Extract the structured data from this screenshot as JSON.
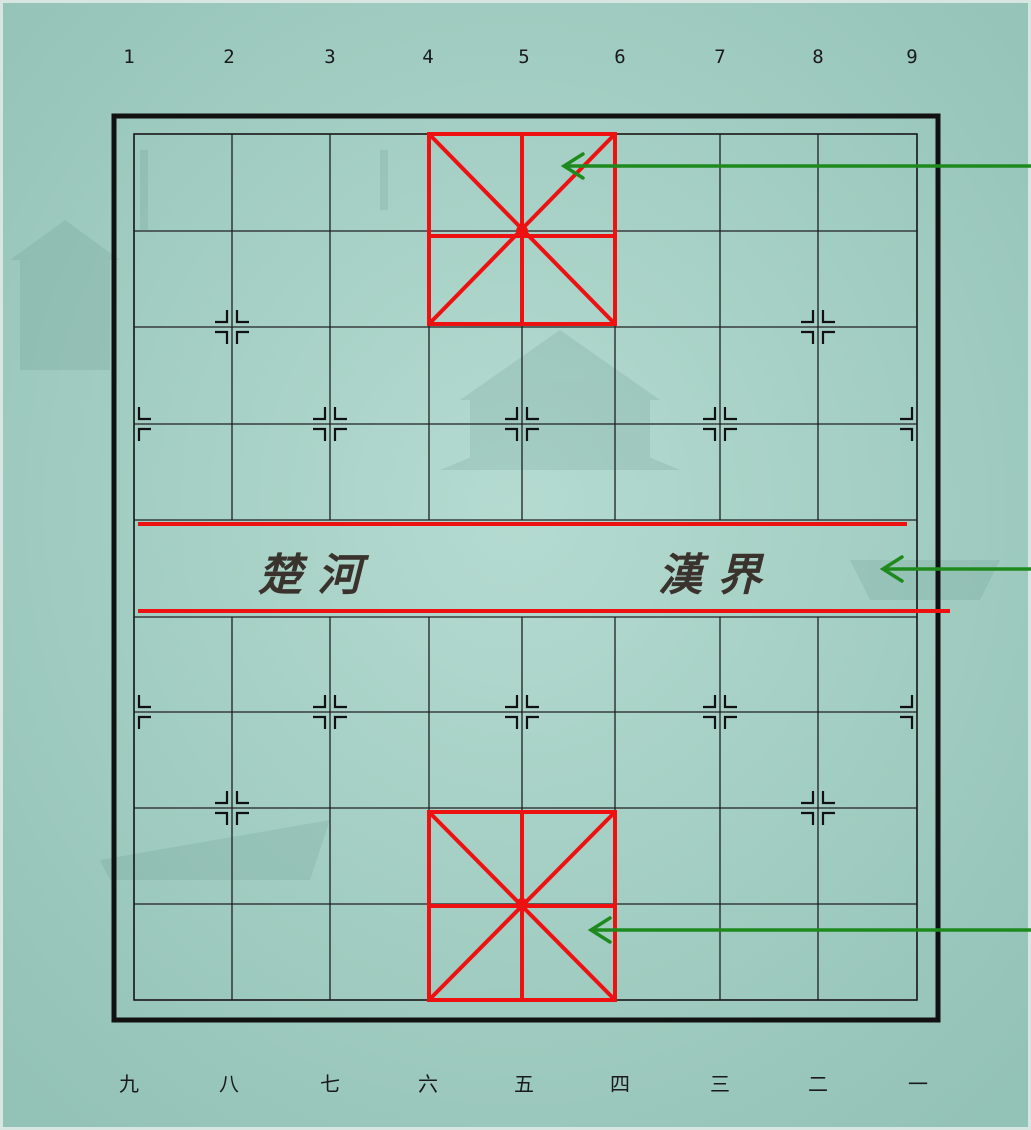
{
  "top_numbers": [
    "1",
    "2",
    "3",
    "4",
    "5",
    "6",
    "7",
    "8",
    "9"
  ],
  "bottom_numbers": [
    "九",
    "八",
    "七",
    "六",
    "五",
    "四",
    "三",
    "二",
    "一"
  ],
  "river": {
    "left_text": "楚 河",
    "right_text": "漢 界"
  },
  "colors": {
    "board_bg": "#a9d1c7",
    "grid": "#202020",
    "frame": "#111111",
    "highlight": "#ee1111",
    "arrow": "#1e8a1e"
  },
  "icons": {
    "arrows": [
      "arrow-left-icon",
      "arrow-left-icon",
      "arrow-left-icon"
    ]
  }
}
